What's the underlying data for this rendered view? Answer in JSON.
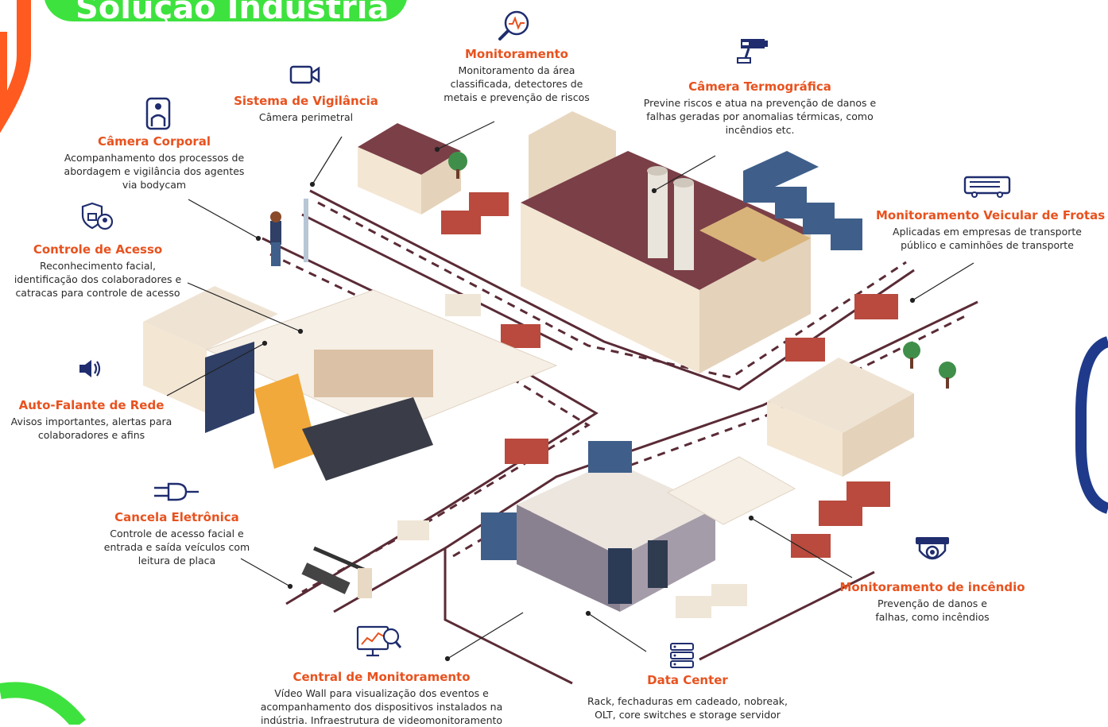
{
  "header": {
    "title": "Solução Indústria"
  },
  "items": [
    {
      "id": "monitoramento",
      "title": "Monitoramento",
      "desc": "Monitoramento da área classificada, detectores de metais e prevenção de riscos",
      "icon": "magnifier-pulse-icon"
    },
    {
      "id": "termo",
      "title": "Câmera Termográfica",
      "desc": "Previne riscos e atua na prevenção de danos e falhas geradas por anomalias térmicas, como incêndios etc.",
      "icon": "thermal-camera-icon"
    },
    {
      "id": "vigilancia",
      "title": "Sistema de Vigilância",
      "desc": "Câmera perimetral",
      "icon": "video-camera-icon"
    },
    {
      "id": "corporal",
      "title": "Câmera Corporal",
      "desc": "Acompanhamento dos processos de abordagem e vigilância dos agentes via bodycam",
      "icon": "bodycam-icon"
    },
    {
      "id": "acesso",
      "title": "Controle de Acesso",
      "desc": "Reconhecimento facial, identificação dos colaboradores e catracas para controle de acesso",
      "icon": "access-control-icon"
    },
    {
      "id": "frotas",
      "title": "Monitoramento Veicular de Frotas",
      "desc": "Aplicadas em empresas de transporte público e caminhões de transporte",
      "icon": "bus-icon"
    },
    {
      "id": "falante",
      "title": "Auto-Falante de Rede",
      "desc": "Avisos importantes, alertas para colaboradores e afins",
      "icon": "speaker-icon"
    },
    {
      "id": "cancela",
      "title": "Cancela Eletrônica",
      "desc": "Controle de acesso facial e entrada e saída veículos com leitura de placa",
      "icon": "barrier-plug-icon"
    },
    {
      "id": "incendio",
      "title": "Monitoramento de incêndio",
      "desc": "Prevenção de danos e falhas, como incêndios",
      "icon": "dome-camera-icon"
    },
    {
      "id": "central",
      "title": "Central de Monitoramento",
      "desc": "Vídeo Wall para visualização dos eventos e acompanhamento dos dispositivos instalados na indústria. Infraestrutura de videomonitoramento",
      "icon": "analytics-monitor-icon"
    },
    {
      "id": "datacenter",
      "title": "Data Center",
      "desc": "Rack, fechaduras em cadeado, nobreak, OLT, core switches e storage servidor",
      "icon": "server-rack-icon"
    }
  ],
  "colors": {
    "accent": "#e8521f",
    "green": "#3ee23e",
    "navy": "#1f2d6e",
    "road": "#5a2b36",
    "brick": "#b94a3d",
    "cream": "#f3e6d3"
  }
}
